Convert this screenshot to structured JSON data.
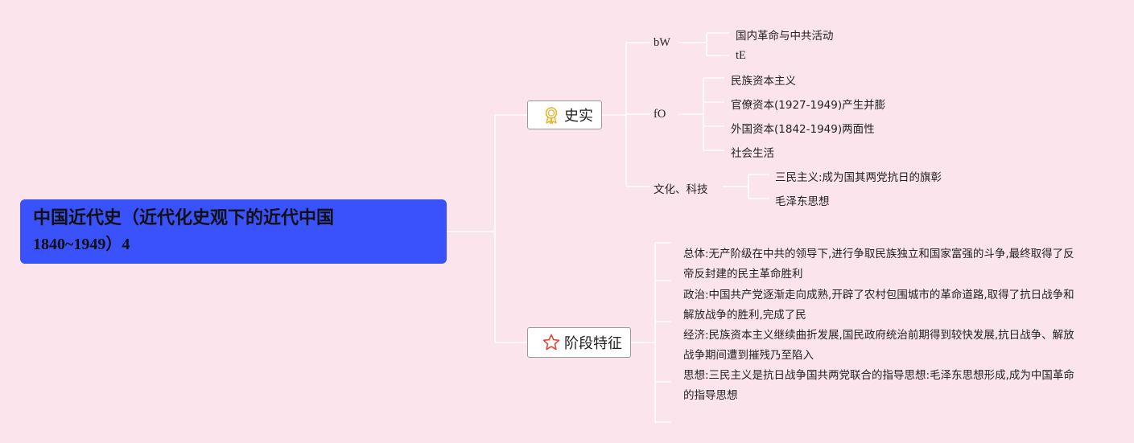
{
  "root": {
    "line1": "中国近代史（近代化史观下的近代中国",
    "line2": "1840~1949）4"
  },
  "branches": {
    "history": {
      "label": "史实",
      "icon": "award-ribbon-icon",
      "groups": {
        "g1": {
          "label": "bW",
          "items": [
            "国内革命与中共活动",
            "tE"
          ]
        },
        "g2": {
          "label": "fO",
          "items": [
            "民族资本主义",
            "官僚资本(1927-1949)产生并膨",
            "外国资本(1842-1949)两面性",
            "社会生活"
          ]
        },
        "g3": {
          "label": "文化、科技",
          "items": [
            "三民主义:成为国其两党抗日的旗彰",
            "毛泽东思想"
          ]
        }
      }
    },
    "features": {
      "label": "阶段特征",
      "icon": "star-icon",
      "items": [
        "总体:无产阶级在中共的领导下,进行争取民族独立和国家富强的斗争,最终取得了反帝反封建的民主革命胜利",
        "政治:中国共产党逐渐走向成熟,开辟了农村包围城市的革命道路,取得了抗日战争和解放战争的胜利,完成了民",
        "经济:民族资本主义继续曲折发展,国民政府统治前期得到较快发展,抗日战争、解放战争期间遭到摧残乃至陷入",
        "思想:三民主义是抗日战争国共两党联合的指导思想:毛泽东思想形成,成为中国革命的指导思想"
      ]
    }
  },
  "colors": {
    "background": "#fbe4ec",
    "root_fill": "#3a52fb",
    "connector": "#ffffff",
    "icon_gold": "#e8b32a",
    "icon_red": "#e0443a"
  }
}
